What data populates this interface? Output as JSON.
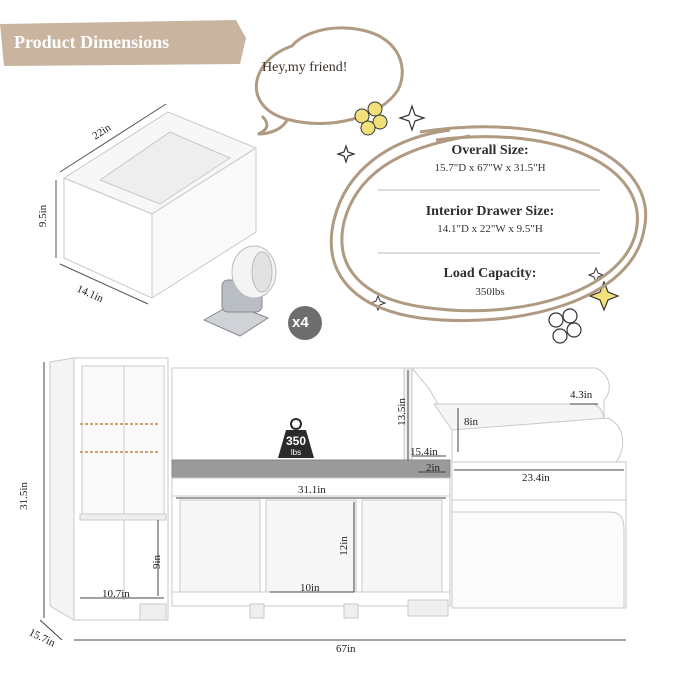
{
  "banner": {
    "title": "Product Dimensions",
    "color": "#c8b49f"
  },
  "bubble": {
    "greeting": "Hey,my friend!",
    "stroke_color": "#b09a82"
  },
  "specs": {
    "overall_label": "Overall Size:",
    "overall_value": "15.7\"D x 67\"W x 31.5\"H",
    "drawer_label": "Interior Drawer Size:",
    "drawer_value": "14.1\"D x 22\"W x 9.5\"H",
    "load_label": "Load Capacity:",
    "load_value": "350lbs"
  },
  "drawer_dims": {
    "width": "22in",
    "height": "9.5in",
    "depth": "14.1in"
  },
  "caster": {
    "quantity": "x4",
    "badge_color": "#6e6e6e"
  },
  "weight_badge": {
    "number": "350",
    "unit": "lbs"
  },
  "cabinet_dims": {
    "total_height": "31.5in",
    "depth": "15.7in",
    "total_width": "67in",
    "left_shelf_width": "10.7in",
    "left_shelf_height": "9in",
    "back_height": "13.5in",
    "bench_depth": "15.4in",
    "cushion_thickness": "2in",
    "bench_width": "31.1in",
    "cubby_width": "10in",
    "cubby_height": "12in",
    "top_shelf_gap": "4.3in",
    "shelf_height": "8in",
    "right_width": "23.4in"
  },
  "colors": {
    "accent_yellow": "#f2e07a",
    "cushion": "#9a9a9a",
    "panel": "#ffffff",
    "edge": "#c9c9c9"
  }
}
